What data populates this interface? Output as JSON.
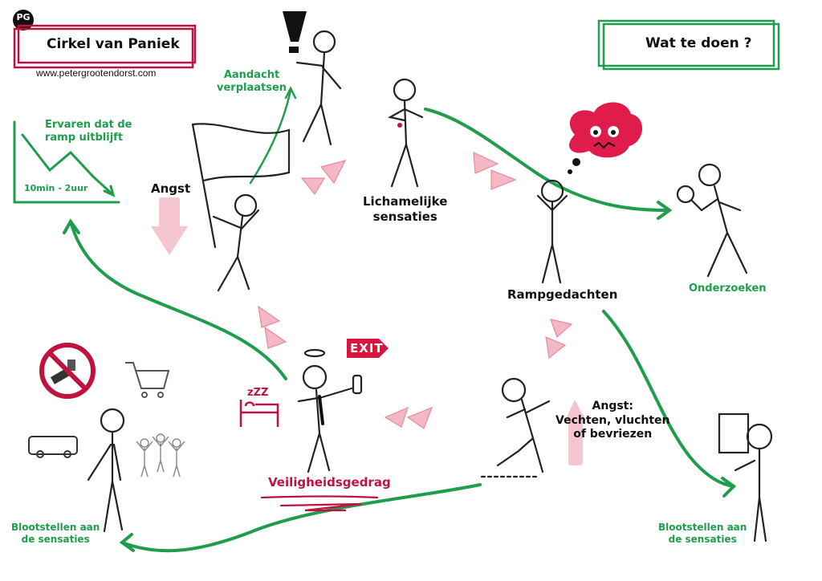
{
  "logo": {
    "text": "PG"
  },
  "title_box": {
    "title": "Cirkel van Paniek",
    "url": "www.petergrootendorst.com"
  },
  "todo_box": {
    "title": "Wat te doen ?"
  },
  "exit_sign": {
    "text": "EXIT"
  },
  "mini_chart": {
    "title_line1": "Ervaren dat de",
    "title_line2": "ramp uitblijft",
    "axis_label": "10min - 2uur"
  },
  "labels": {
    "aandacht_1": "Aandacht",
    "aandacht_2": "verplaatsen",
    "angst": "Angst",
    "lichamelijke_1": "Lichamelijke",
    "lichamelijke_2": "sensaties",
    "rampgedachten": "Rampgedachten",
    "onderzoeken": "Onderzoeken",
    "angst_vvb_1": "Angst:",
    "angst_vvb_2": "Vechten, vluchten",
    "angst_vvb_3": "of bevriezen",
    "veiligheidsgedrag": "Veiligheidsgedrag",
    "blootstellen_left_1": "Blootstellen aan",
    "blootstellen_left_2": "de sensaties",
    "blootstellen_right_1": "Blootstellen aan",
    "blootstellen_right_2": "de sensaties",
    "zzz": "zZZ"
  },
  "colors": {
    "green": "#1f9d4c",
    "red": "#c0123e",
    "pink": "#f4b8c4",
    "dark": "#111111"
  }
}
